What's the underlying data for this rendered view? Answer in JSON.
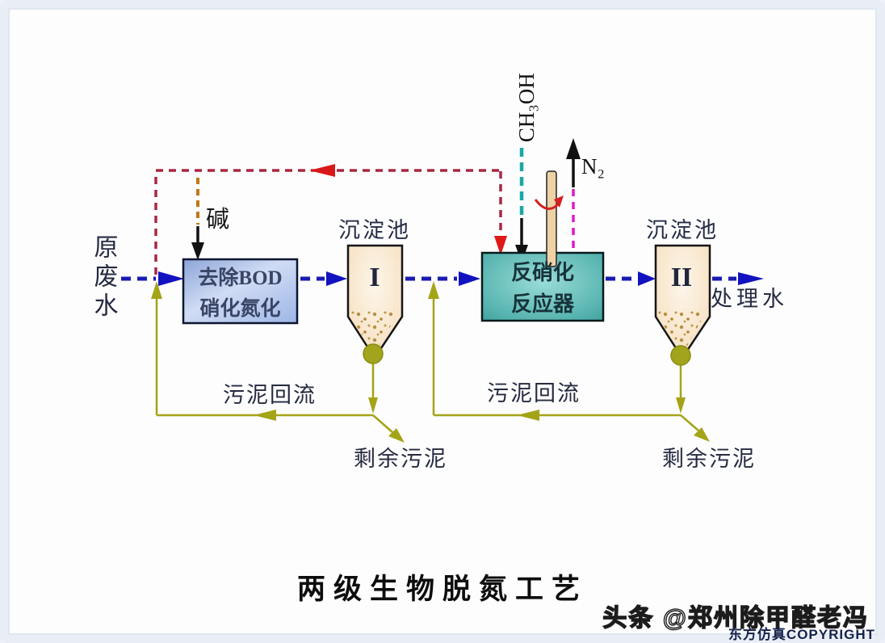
{
  "diagram": {
    "title": "两级生物脱氮工艺",
    "labels": {
      "influent": "原废水",
      "alkali": "碱",
      "unit1_line1": "去除BOD",
      "unit1_line2": "硝化氮化",
      "clarifier1_title": "沉淀池",
      "clarifier1_numeral": "I",
      "methanol": "CH₃OH",
      "nitrogen_gas": "N₂",
      "reactor_line1": "反硝化",
      "reactor_line2": "反应器",
      "clarifier2_title": "沉淀池",
      "clarifier2_numeral": "II",
      "effluent": "处理水",
      "sludge_return_1": "污泥回流",
      "sludge_return_2": "污泥回流",
      "excess_sludge_1": "剩余污泥",
      "excess_sludge_2": "剩余污泥"
    },
    "colors": {
      "flow_line": "#1a1ab2",
      "recycle_line": "#a82840",
      "recycle_arrow": "#e01818",
      "sludge_line": "#a4a418",
      "methanol_line": "#18a8a6",
      "nitrogen_line": "#e018c8",
      "alkali_line": "#c07818",
      "unit1_fill": "#b4c6ec",
      "reactor_fill": "#5cb8b4",
      "tank_fill": "#f6e3c8"
    }
  },
  "watermark": {
    "line1": "头条 @郑州除甲醛老冯",
    "line2": "东方仿真COPYRIGHT"
  }
}
